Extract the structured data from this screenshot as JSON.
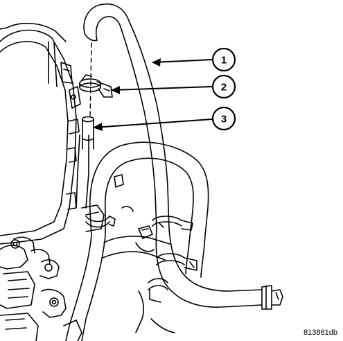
{
  "callouts": [
    {
      "number": "1"
    },
    {
      "number": "2"
    },
    {
      "number": "3"
    }
  ],
  "figure_id": "813881db",
  "colors": {
    "line": "#000000",
    "background": "#ffffff"
  }
}
